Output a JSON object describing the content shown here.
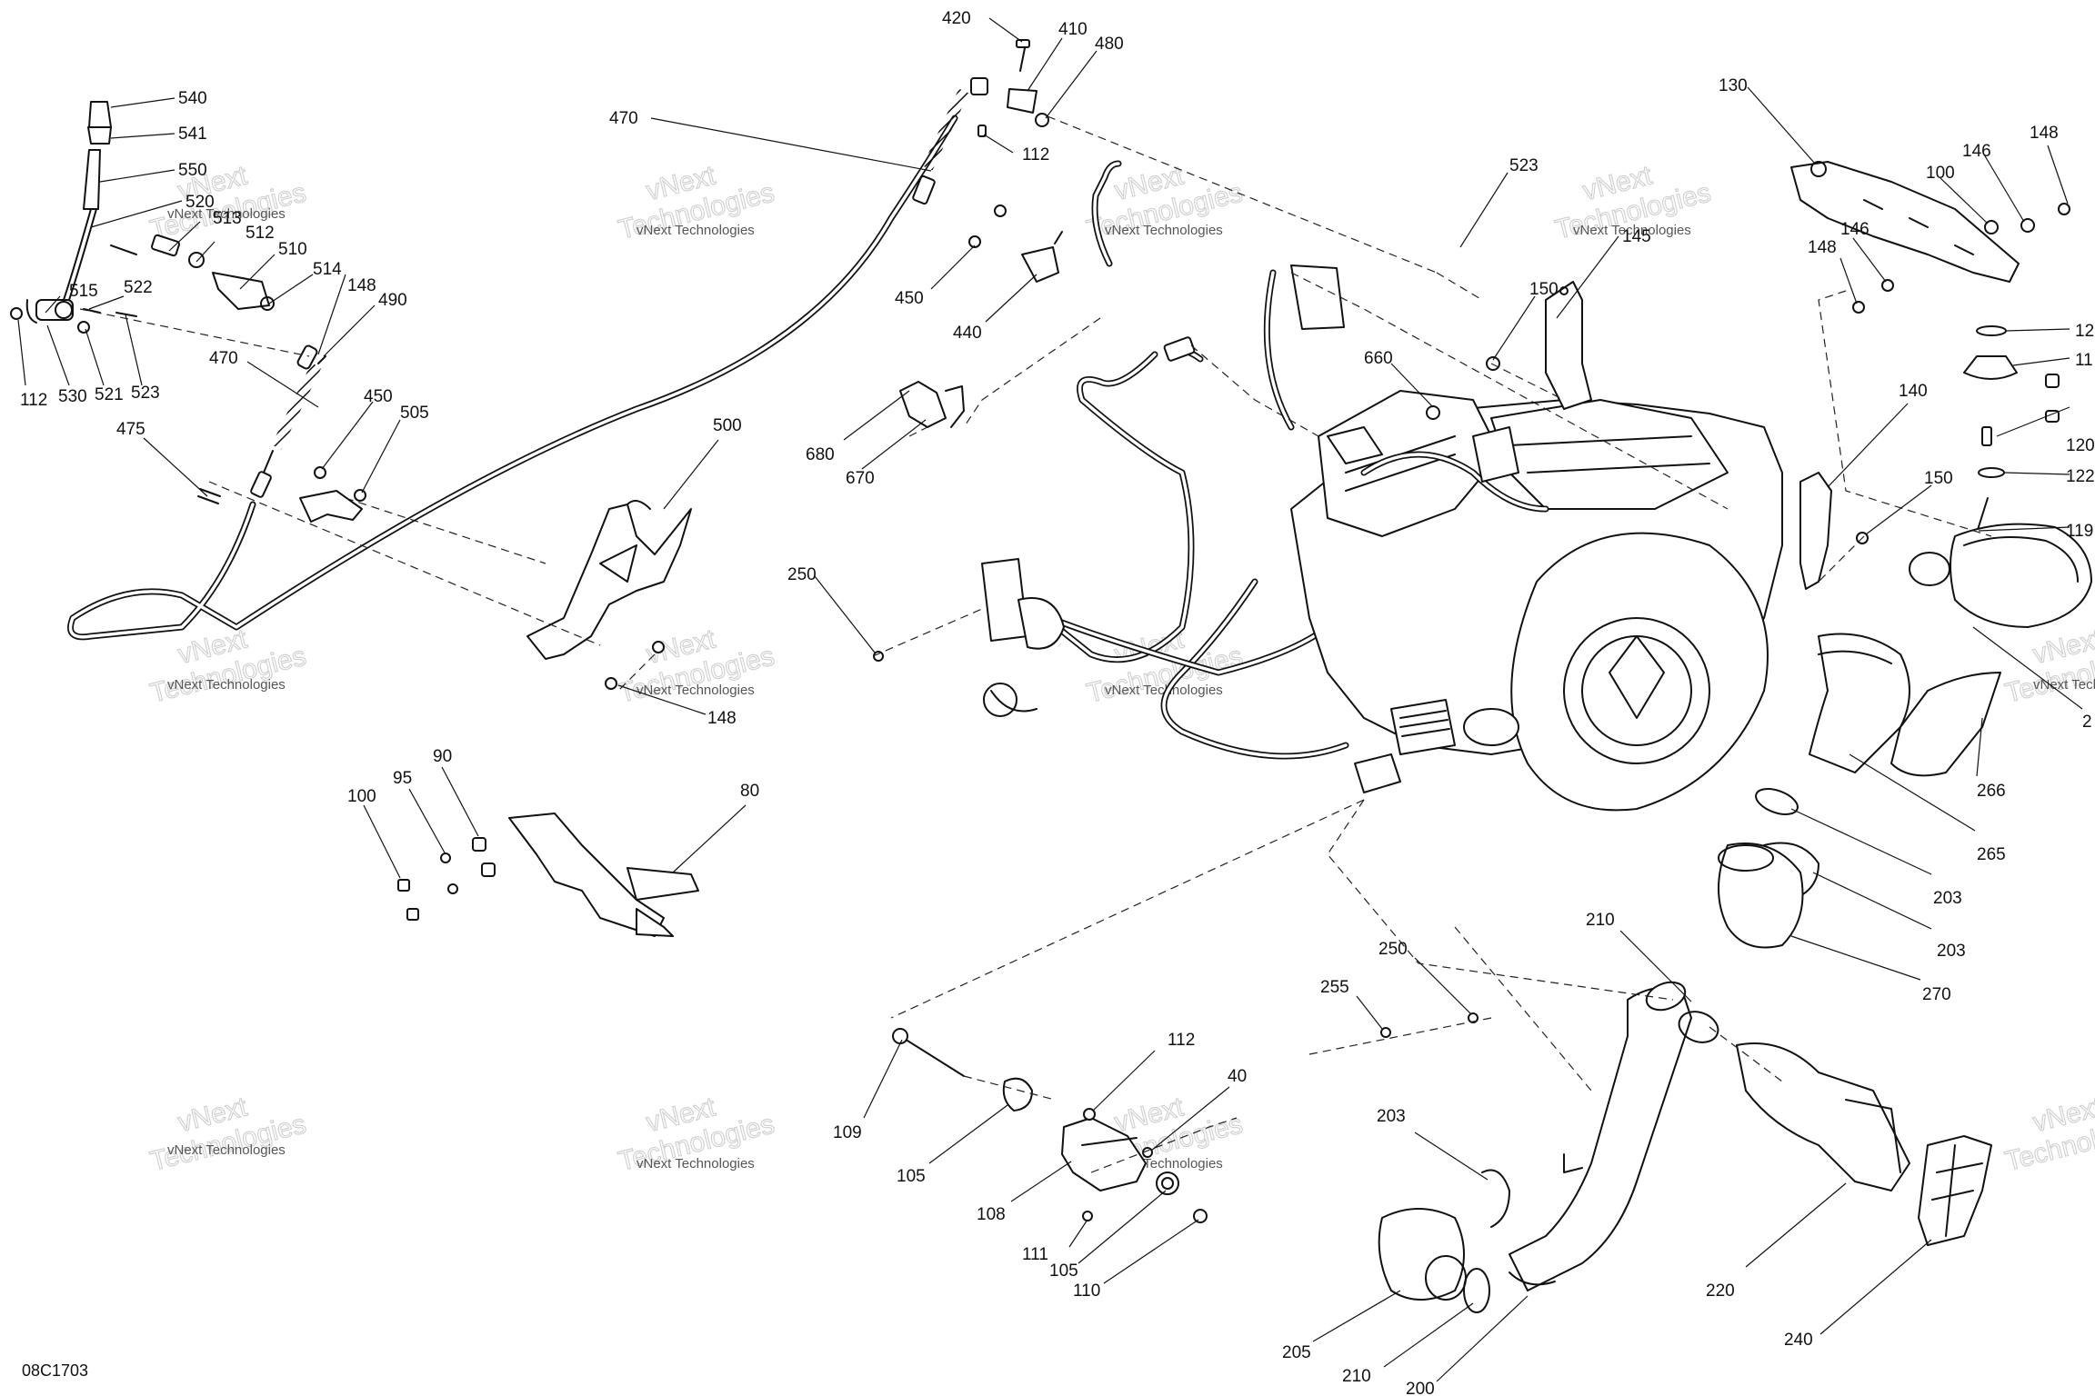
{
  "diagram_ref": "08C1703",
  "watermark": {
    "line1": "vNext",
    "line2": "Technologies",
    "small": "vNext Technologies"
  },
  "callouts": [
    {
      "id": "c540",
      "label": "540"
    },
    {
      "id": "c541",
      "label": "541"
    },
    {
      "id": "c550",
      "label": "550"
    },
    {
      "id": "c520",
      "label": "520"
    },
    {
      "id": "c513",
      "label": "513"
    },
    {
      "id": "c512",
      "label": "512"
    },
    {
      "id": "c510",
      "label": "510"
    },
    {
      "id": "c514",
      "label": "514"
    },
    {
      "id": "c148a",
      "label": "148"
    },
    {
      "id": "c490",
      "label": "490"
    },
    {
      "id": "c515",
      "label": "515"
    },
    {
      "id": "c522",
      "label": "522"
    },
    {
      "id": "c112a",
      "label": "112"
    },
    {
      "id": "c530",
      "label": "530"
    },
    {
      "id": "c521",
      "label": "521"
    },
    {
      "id": "c523a",
      "label": "523"
    },
    {
      "id": "c470a",
      "label": "470"
    },
    {
      "id": "c450a",
      "label": "450"
    },
    {
      "id": "c505",
      "label": "505"
    },
    {
      "id": "c475",
      "label": "475"
    },
    {
      "id": "c500",
      "label": "500"
    },
    {
      "id": "c148b",
      "label": "148"
    },
    {
      "id": "c420",
      "label": "420"
    },
    {
      "id": "c410",
      "label": "410"
    },
    {
      "id": "c480",
      "label": "480"
    },
    {
      "id": "c470b",
      "label": "470"
    },
    {
      "id": "c112b",
      "label": "112"
    },
    {
      "id": "c450b",
      "label": "450"
    },
    {
      "id": "c440",
      "label": "440"
    },
    {
      "id": "c680",
      "label": "680"
    },
    {
      "id": "c670",
      "label": "670"
    },
    {
      "id": "c250a",
      "label": "250"
    },
    {
      "id": "c523b",
      "label": "523"
    },
    {
      "id": "c145",
      "label": "145"
    },
    {
      "id": "c150a",
      "label": "150"
    },
    {
      "id": "c660",
      "label": "660"
    },
    {
      "id": "c130",
      "label": "130"
    },
    {
      "id": "c100a",
      "label": "100"
    },
    {
      "id": "c146a",
      "label": "146"
    },
    {
      "id": "c148c",
      "label": "148"
    },
    {
      "id": "c146b",
      "label": "146"
    },
    {
      "id": "c148d",
      "label": "148"
    },
    {
      "id": "c12x",
      "label": "12"
    },
    {
      "id": "c11x",
      "label": "11"
    },
    {
      "id": "c120",
      "label": "120"
    },
    {
      "id": "c122",
      "label": "122"
    },
    {
      "id": "c119",
      "label": "119"
    },
    {
      "id": "c140",
      "label": "140"
    },
    {
      "id": "c150b",
      "label": "150"
    },
    {
      "id": "c266",
      "label": "266"
    },
    {
      "id": "c2x",
      "label": "2"
    },
    {
      "id": "c265",
      "label": "265"
    },
    {
      "id": "c203a",
      "label": "203"
    },
    {
      "id": "c203b",
      "label": "203"
    },
    {
      "id": "c270",
      "label": "270"
    },
    {
      "id": "c90",
      "label": "90"
    },
    {
      "id": "c95",
      "label": "95"
    },
    {
      "id": "c100b",
      "label": "100"
    },
    {
      "id": "c80",
      "label": "80"
    },
    {
      "id": "c210a",
      "label": "210"
    },
    {
      "id": "c250b",
      "label": "250"
    },
    {
      "id": "c255",
      "label": "255"
    },
    {
      "id": "c112c",
      "label": "112"
    },
    {
      "id": "c40",
      "label": "40"
    },
    {
      "id": "c109",
      "label": "109"
    },
    {
      "id": "c105a",
      "label": "105"
    },
    {
      "id": "c108",
      "label": "108"
    },
    {
      "id": "c111",
      "label": "111"
    },
    {
      "id": "c105b",
      "label": "105"
    },
    {
      "id": "c110",
      "label": "110"
    },
    {
      "id": "c203c",
      "label": "203"
    },
    {
      "id": "c220",
      "label": "220"
    },
    {
      "id": "c240",
      "label": "240"
    },
    {
      "id": "c205",
      "label": "205"
    },
    {
      "id": "c210b",
      "label": "210"
    },
    {
      "id": "c200",
      "label": "200"
    }
  ]
}
